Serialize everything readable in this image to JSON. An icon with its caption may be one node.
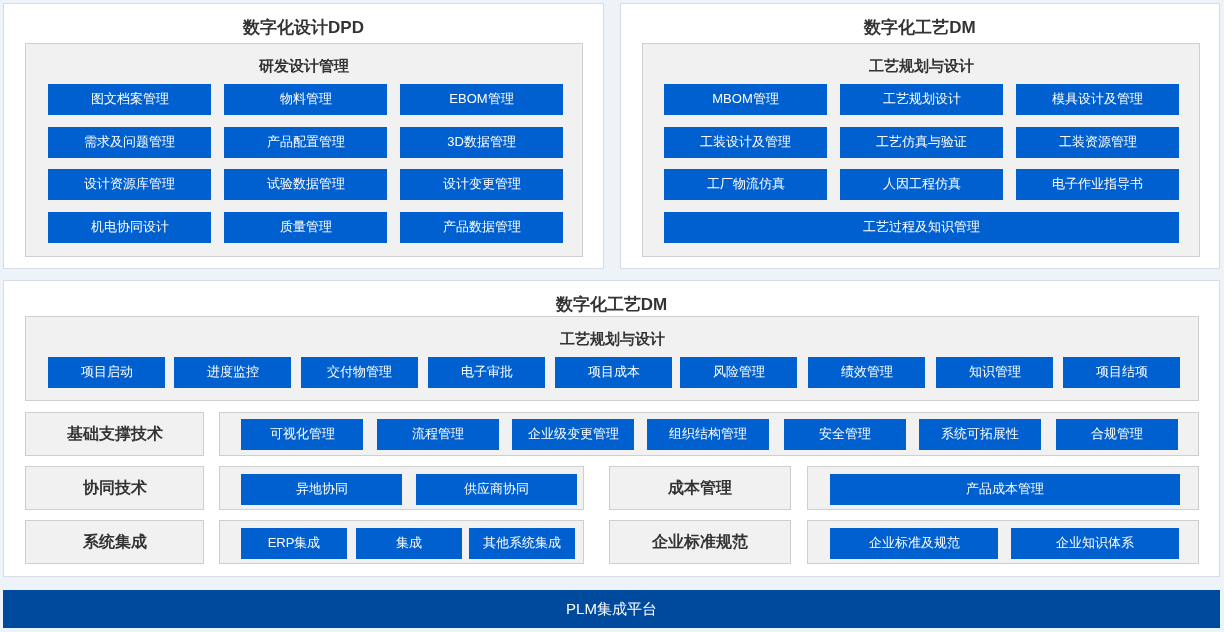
{
  "diagram": {
    "nodes": [
      {
        "text": [
          "数字化设计DPD"
        ]
      },
      {
        "text": [
          "研发设计管理"
        ],
        "in": 0
      },
      {
        "text": [
          "图文档案管理"
        ],
        "in": 1
      },
      {
        "text": [
          "物料管理"
        ],
        "in": 1
      },
      {
        "text": [
          "EBOM管理"
        ],
        "in": 1
      },
      {
        "text": [
          "需求及问题管理"
        ],
        "in": 1
      },
      {
        "text": [
          "产品配置管理"
        ],
        "in": 1
      },
      {
        "text": [
          "3D数据管理"
        ],
        "in": 1
      },
      {
        "text": [
          "设计资源库管理"
        ],
        "in": 1
      },
      {
        "text": [
          "试验数据管理"
        ],
        "in": 1
      },
      {
        "text": [
          "设计变更管理"
        ],
        "in": 1
      },
      {
        "text": [
          "机电协同设计"
        ],
        "in": 1
      },
      {
        "text": [
          "质量管理"
        ],
        "in": 1
      },
      {
        "text": [
          "产品数据管理"
        ],
        "in": 1
      },
      {
        "text": [
          "数字化工艺DM"
        ]
      },
      {
        "text": [
          "工艺规划与设计"
        ],
        "in": 14
      },
      {
        "text": [
          "MBOM管理"
        ],
        "in": 15
      },
      {
        "text": [
          "工艺规划设计"
        ],
        "in": 15
      },
      {
        "text": [
          "模具设计及管理"
        ],
        "in": 15
      },
      {
        "text": [
          "工装设计及管理"
        ],
        "in": 15
      },
      {
        "text": [
          "工艺仿真与验证"
        ],
        "in": 15
      },
      {
        "text": [
          "工装资源管理"
        ],
        "in": 15
      },
      {
        "text": [
          "工厂物流仿真"
        ],
        "in": 15
      },
      {
        "text": [
          "人因工程仿真"
        ],
        "in": 15
      },
      {
        "text": [
          "电子作业指导书"
        ],
        "in": 15
      },
      {
        "text": [
          "工艺过程及知识管理"
        ],
        "in": 15
      },
      {
        "text": [
          "数字化工艺DM"
        ]
      },
      {
        "text": [
          "工艺规划与设计"
        ],
        "in": 26
      },
      {
        "text": [
          "项目启动"
        ],
        "in": 27
      },
      {
        "text": [
          "进度监控"
        ],
        "in": 27
      },
      {
        "text": [
          "交付物管理"
        ],
        "in": 27
      },
      {
        "text": [
          "电子审批"
        ],
        "in": 27
      },
      {
        "text": [
          "项目成本"
        ],
        "in": 27
      },
      {
        "text": [
          "风险管理"
        ],
        "in": 27
      },
      {
        "text": [
          "绩效管理"
        ],
        "in": 27
      },
      {
        "text": [
          "知识管理"
        ],
        "in": 27
      },
      {
        "text": [
          "项目结项"
        ],
        "in": 27
      },
      {
        "text": [
          "基础支撑技术"
        ],
        "in": 26
      },
      {
        "text": [],
        "shape": "box",
        "in": 26
      },
      {
        "text": [
          "可视化管理"
        ],
        "in": 38
      },
      {
        "text": [
          "流程管理"
        ],
        "in": 38
      },
      {
        "text": [
          "企业级变更管理"
        ],
        "in": 38
      },
      {
        "text": [
          "组织结构管理"
        ],
        "in": 38
      },
      {
        "text": [
          "安全管理"
        ],
        "in": 38
      },
      {
        "text": [
          "系统可拓展性"
        ],
        "in": 38
      },
      {
        "text": [
          "合规管理"
        ],
        "in": 38
      },
      {
        "text": [
          "协同技术"
        ],
        "in": 26
      },
      {
        "text": [],
        "shape": "box",
        "in": 26
      },
      {
        "text": [
          "异地协同"
        ],
        "in": 47
      },
      {
        "text": [
          "供应商协同"
        ],
        "in": 47
      },
      {
        "text": [
          "成本管理"
        ],
        "in": 26
      },
      {
        "text": [],
        "shape": "box",
        "in": 26
      },
      {
        "text": [
          "产品成本管理"
        ],
        "in": 51
      },
      {
        "text": [
          "系统集成"
        ],
        "in": 26
      },
      {
        "text": [],
        "shape": "box",
        "in": 26
      },
      {
        "text": [
          "ERP集成"
        ],
        "in": 54
      },
      {
        "text": [
          "集成"
        ],
        "in": 54
      },
      {
        "text": [
          "其他系统集成"
        ],
        "in": 54
      },
      {
        "text": [
          "企业标准规范"
        ],
        "in": 26
      },
      {
        "text": [],
        "shape": "box",
        "in": 26
      },
      {
        "text": [
          "企业标准及规范"
        ],
        "in": 59
      },
      {
        "text": [
          "企业知识体系"
        ],
        "in": 59
      },
      {
        "text": [
          "PLM集成平台"
        ]
      }
    ]
  }
}
